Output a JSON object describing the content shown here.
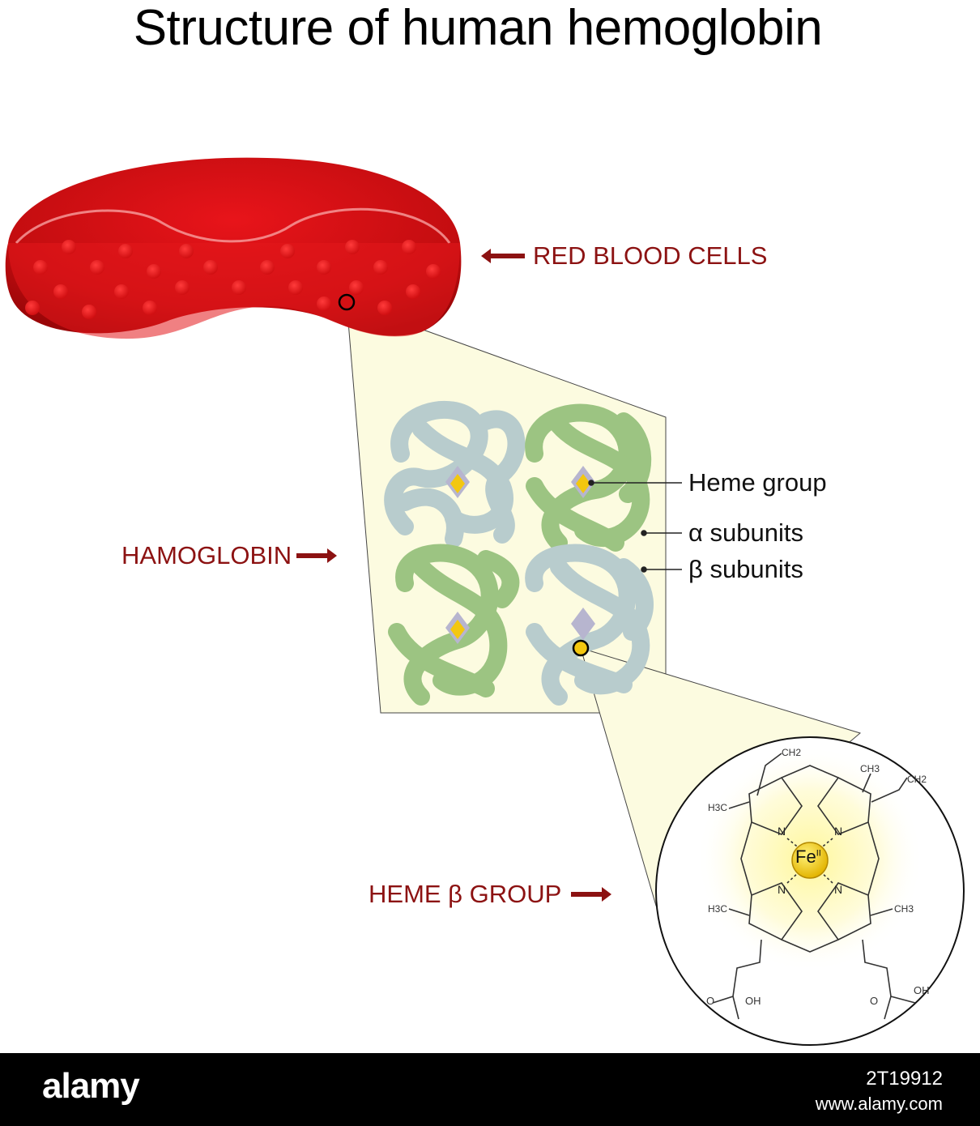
{
  "title": "Structure of human hemoglobin",
  "labels": {
    "red_blood_cells": "RED BLOOD CELLS",
    "hemoglobin": "HAMOGLOBIN",
    "heme_beta_group": "HEME β GROUP",
    "heme_group": "Heme group",
    "alpha_subunits": "α subunits",
    "beta_subunits": "β subunits"
  },
  "molecule": {
    "center_atom": "Fe",
    "center_atom_superscript": "II",
    "nitrogen": "N",
    "groups": {
      "ch2_top": "CH2",
      "ch3_top_right": "CH3",
      "ch2_right": "CH2",
      "h3c_left_top": "H3C",
      "h3c_left_bottom": "H3C",
      "ch3_right_bottom": "CH3",
      "oh_left": "OH",
      "oh_right": "OH",
      "o_left": "O",
      "o_right": "O"
    }
  },
  "watermark": {
    "logo": "alamy",
    "image_id": "2T19912",
    "site": "www.alamy.com"
  },
  "colors": {
    "label_red": "#8c1212",
    "cell_red": "#d60f12",
    "alpha_green": "#9cc482",
    "beta_gray": "#b8cccd",
    "heme_yellow": "#f2c812"
  }
}
